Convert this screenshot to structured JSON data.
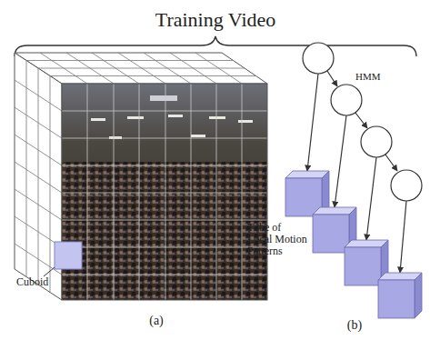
{
  "diagram": {
    "title": "Training Video",
    "labels": [
      "Cuboid",
      "(a)",
      "HMM",
      "Tube of Local Motion Patterns",
      "(b)"
    ]
  }
}
